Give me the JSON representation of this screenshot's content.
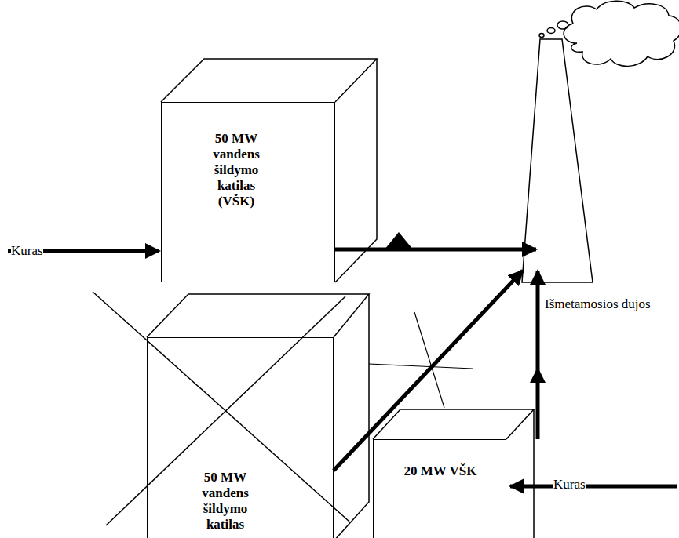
{
  "diagram": {
    "nodes": [
      {
        "text": [
          "50 MW vandens šildymo katilas (VŠK)"
        ]
      },
      {
        "text": [
          "50 MW vandens šildymo katilas"
        ]
      },
      {
        "text": [
          "20 MW VŠK"
        ]
      }
    ],
    "labels": [
      "Kuras",
      "Kuras",
      "Išmetamosios dujos"
    ]
  }
}
